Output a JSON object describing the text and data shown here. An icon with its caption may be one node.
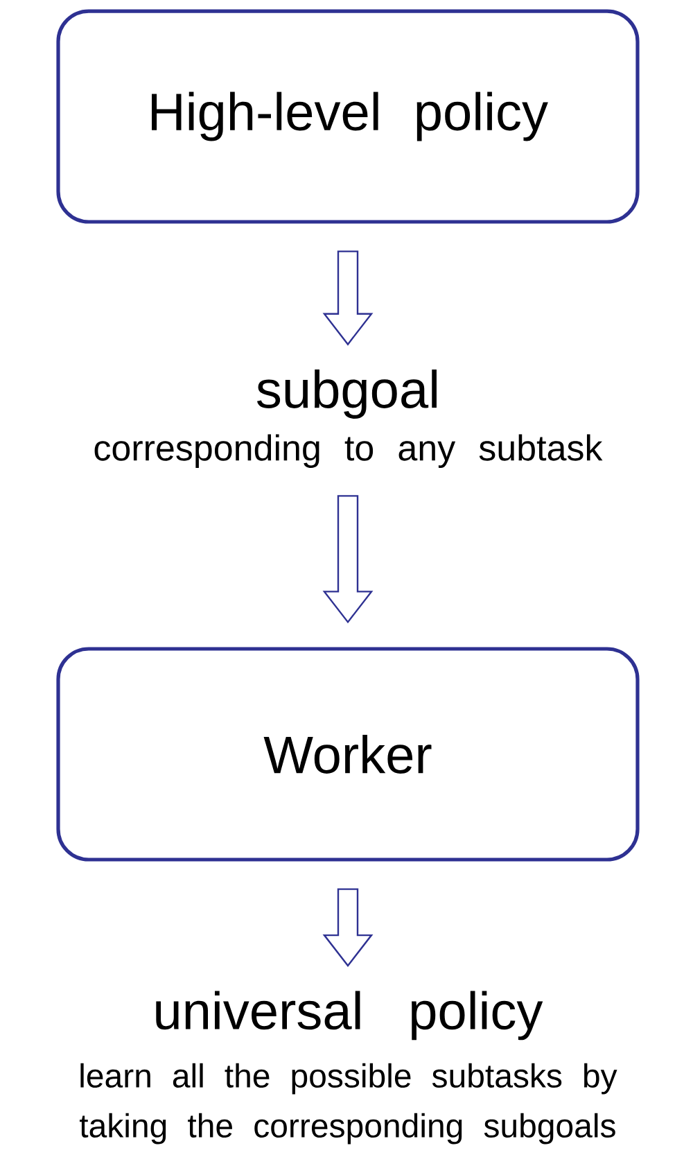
{
  "diagram": {
    "nodes": [
      {
        "text": [
          "High-level policy"
        ]
      },
      {
        "text": [
          "subgoal",
          "corresponding to any subtask"
        ]
      },
      {
        "text": [
          "Worker"
        ]
      },
      {
        "text": [
          "universal policy",
          "learn all the possible subtasks by taking the corresponding subgoals"
        ]
      }
    ],
    "edges": [
      {
        "from": 0,
        "to": 1,
        "arrow": "to"
      },
      {
        "from": 1,
        "to": 2,
        "arrow": "to"
      },
      {
        "from": 2,
        "to": 3,
        "arrow": "to"
      }
    ]
  }
}
